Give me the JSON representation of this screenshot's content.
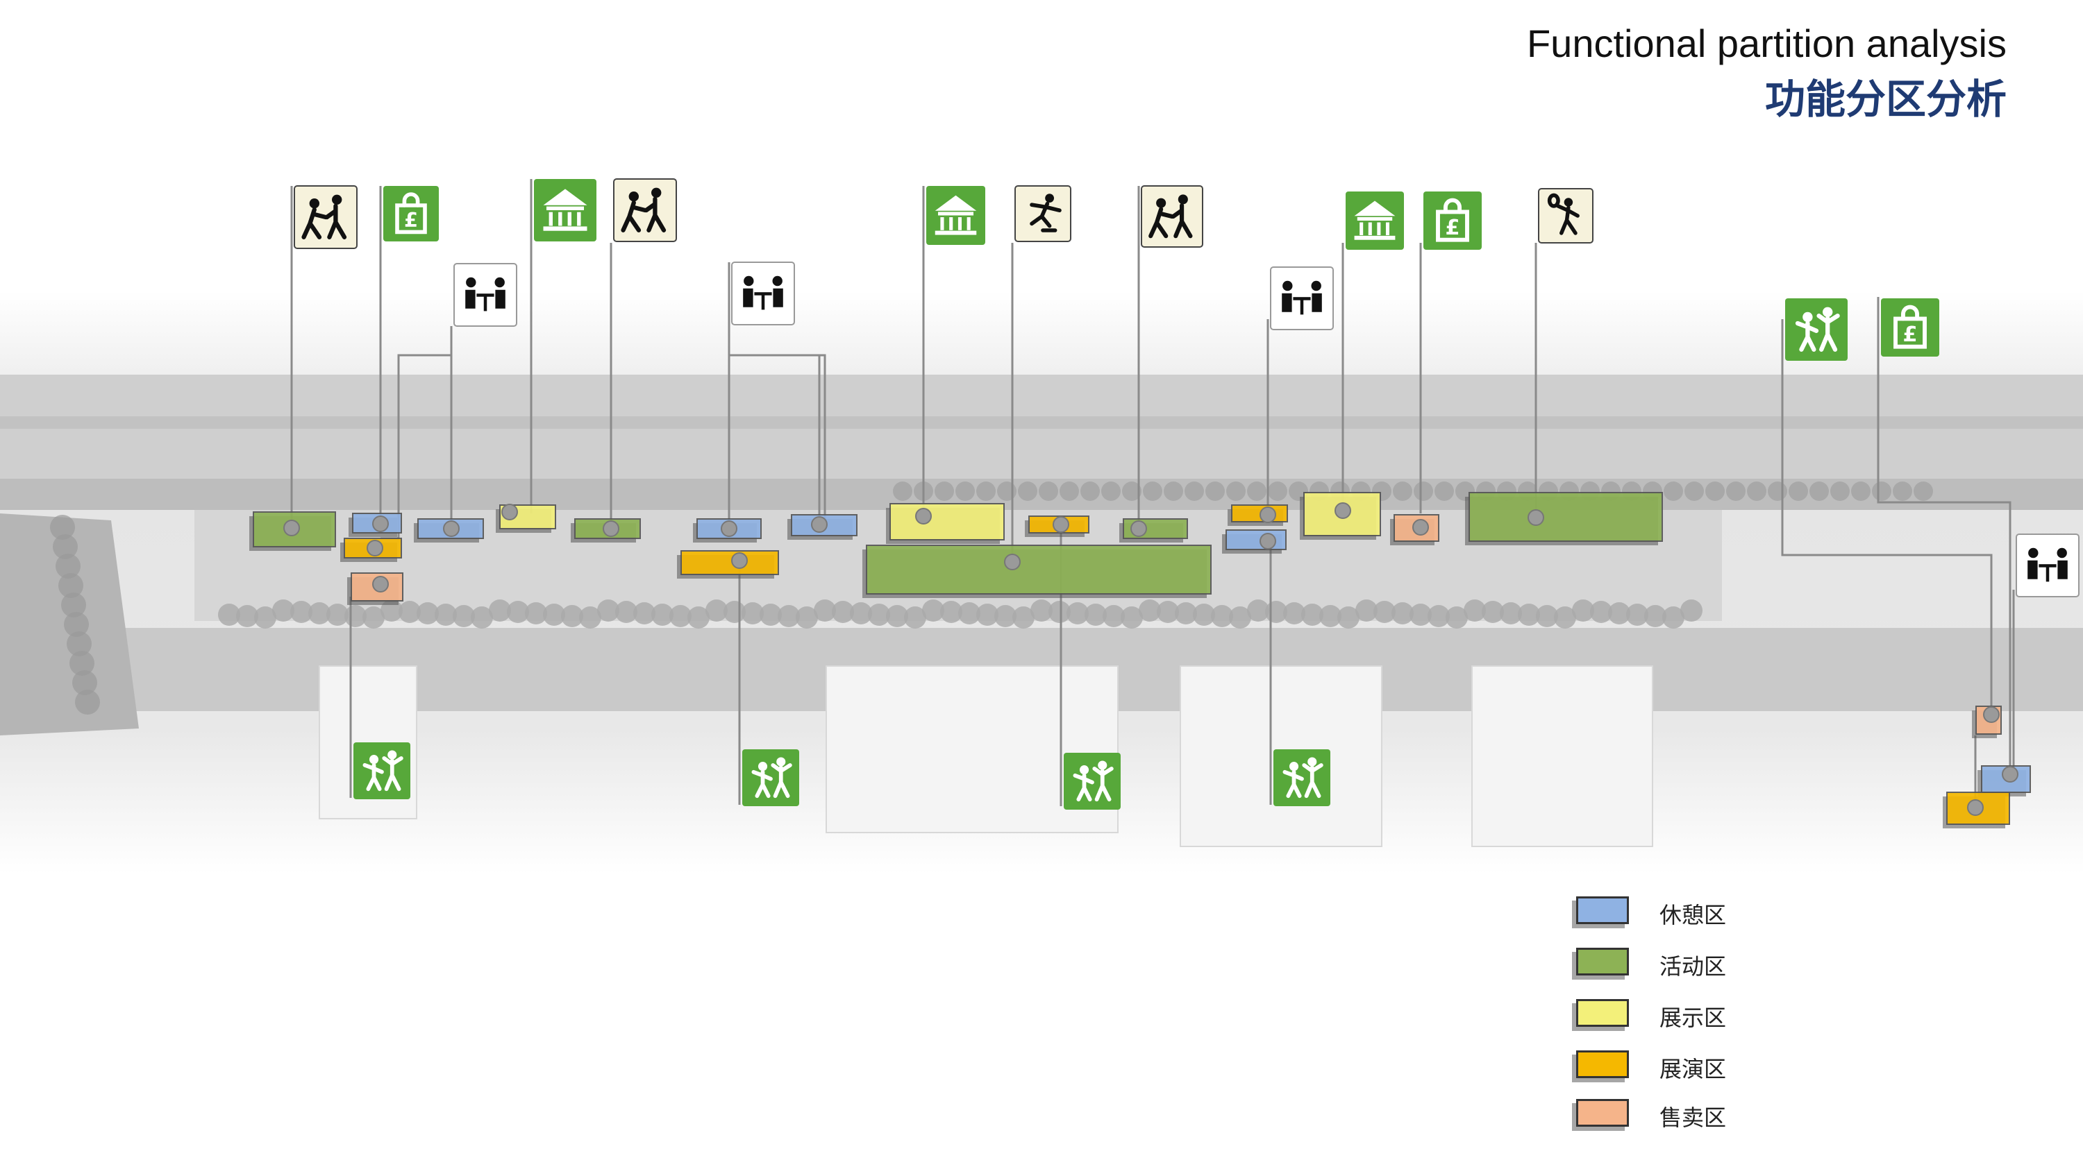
{
  "header": {
    "title_en": "Functional partition analysis",
    "title_cn": "功能分区分析"
  },
  "colors": {
    "rest": "#8fb2e3",
    "activity": "#8db255",
    "exhibition": "#f3f07a",
    "performance": "#f5b800",
    "sales": "#f5b48a",
    "icon_green": "#57a83a",
    "icon_cream": "#f6f2dc",
    "title_blue": "#1f3b73"
  },
  "legend": [
    {
      "label": "休憩区",
      "type": "rest"
    },
    {
      "label": "活动区",
      "type": "activity"
    },
    {
      "label": "展示区",
      "type": "exhibition"
    },
    {
      "label": "展演区",
      "type": "performance"
    },
    {
      "label": "售卖区",
      "type": "sales"
    }
  ],
  "icon_types": {
    "fitness": "two-people-exercising-icon",
    "shop": "pound-shopping-bag-icon",
    "pavilion": "pavilion-building-icon",
    "cafe": "people-at-table-icon",
    "skating": "roller-skater-icon",
    "tennis": "tennis-player-icon",
    "kids": "children-playing-icon"
  }
}
